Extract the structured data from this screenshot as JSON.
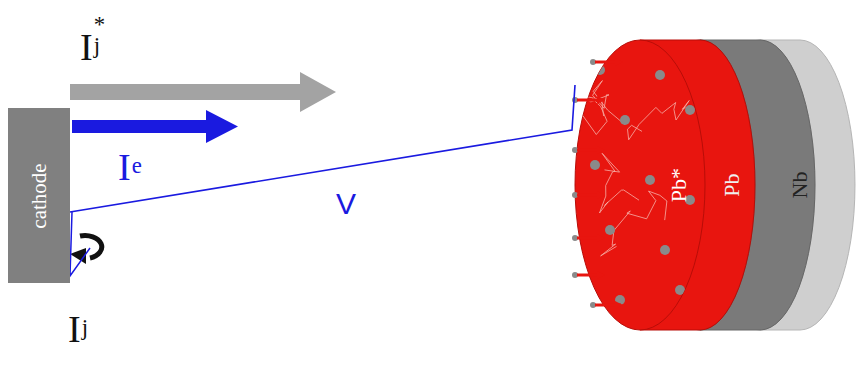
{
  "diagram": {
    "nodes": [
      {
        "text": [
          "cathode"
        ]
      },
      {
        "text": [
          "Pb*"
        ]
      },
      {
        "text": [
          "Pb"
        ]
      },
      {
        "text": [
          "Nb"
        ]
      }
    ],
    "edges": [
      {
        "from": 0,
        "to": 1,
        "arrow": "none",
        "label": "V"
      }
    ],
    "labels": [
      "Ij*",
      "Ie",
      "Ij"
    ]
  }
}
